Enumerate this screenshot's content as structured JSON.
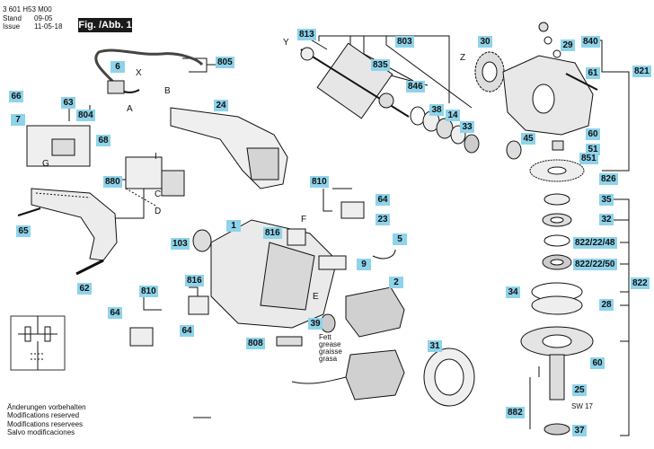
{
  "header": {
    "drawing_number": "3 601 H53 M00",
    "stand_label": "Stand",
    "issue_label": "Issue",
    "stand_date": "09-05",
    "issue_date": "11-05-18",
    "figure_tag": "Fig. /Abb. 1"
  },
  "notes": [
    "Änderungen vorbehalten",
    "Modifications reserved",
    "Modifications reservees",
    "Salvo modificaciones"
  ],
  "part_labels": [
    "813",
    "803",
    "30",
    "840",
    "29",
    "805",
    "6",
    "835",
    "821",
    "61",
    "66",
    "63",
    "846",
    "38",
    "14",
    "804",
    "24",
    "7",
    "68",
    "45",
    "33",
    "60",
    "51",
    "851",
    "826",
    "880",
    "810",
    "64",
    "23",
    "65",
    "35",
    "32",
    "822/22/48",
    "822/22/50",
    "816",
    "103",
    "9",
    "1",
    "34",
    "822",
    "28",
    "62",
    "2",
    "39",
    "810",
    "816",
    "64",
    "64",
    "808",
    "31",
    "60",
    "25",
    "882",
    "37",
    "5"
  ],
  "letter_callouts": [
    "A",
    "B",
    "C",
    "D",
    "E",
    "F",
    "G",
    "I",
    "X",
    "Y",
    "Z"
  ],
  "text_notes": {
    "fett": "Fett",
    "grease": "grease",
    "graisse": "graisse",
    "grasa": "grasa",
    "sw": "SW 17"
  }
}
